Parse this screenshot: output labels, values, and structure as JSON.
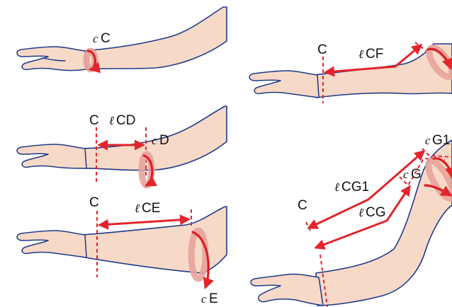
{
  "panels": {
    "p1": {
      "circ_prefix": "c",
      "circ_label": "C"
    },
    "p2": {
      "point": "C",
      "len_prefix": "ℓ",
      "len_label": "CD",
      "circ_prefix": "c",
      "circ_label": "D"
    },
    "p3": {
      "point": "C",
      "len_prefix": "ℓ",
      "len_label": "CE",
      "circ_prefix": "c",
      "circ_label": "E"
    },
    "p4": {
      "point": "C",
      "len_prefix": "ℓ",
      "len_label": "CF"
    },
    "p5": {
      "point": "C",
      "len1_prefix": "ℓ",
      "len1_label": "CG1",
      "len2_prefix": "ℓ",
      "len2_label": "CG",
      "circ1_prefix": "c",
      "circ1_label": "G1",
      "circ2_prefix": "c",
      "circ2_label": "G"
    }
  },
  "colors": {
    "skin": "#f6d9c7",
    "outline": "#1f3a8a",
    "measure": "#e3242b",
    "band": "#e8a39a"
  }
}
